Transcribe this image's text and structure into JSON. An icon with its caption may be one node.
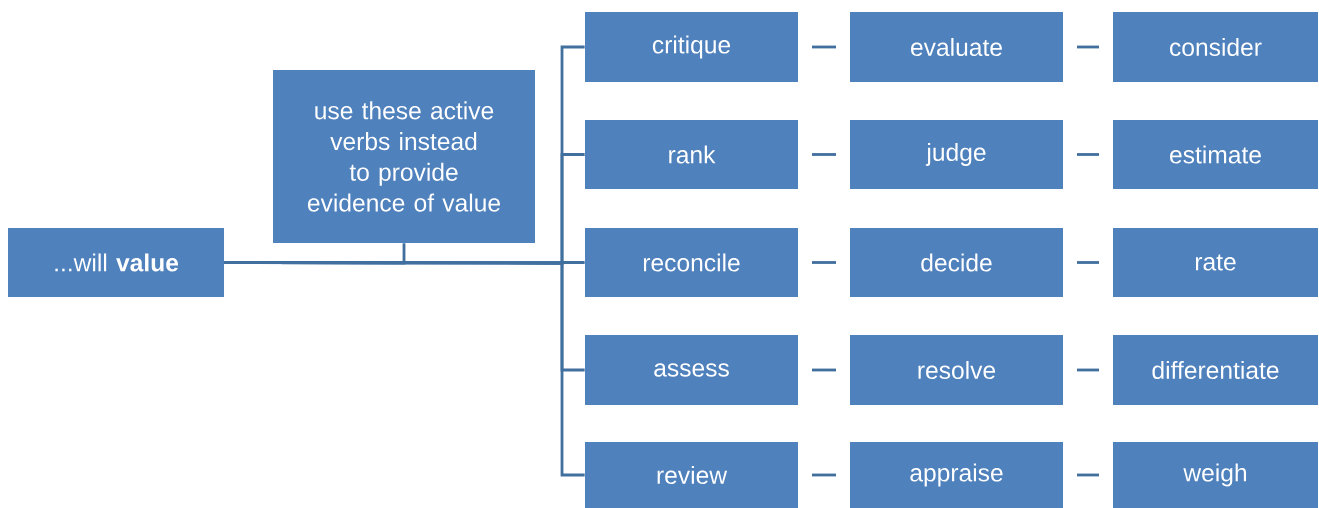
{
  "diagram": {
    "nodes": [
      {
        "text": [
          "...will **value**"
        ]
      },
      {
        "text": [
          "use these active verbs instead to provide evidence of value"
        ]
      },
      {
        "text": [
          "critique"
        ]
      },
      {
        "text": [
          "evaluate"
        ]
      },
      {
        "text": [
          "consider"
        ]
      },
      {
        "text": [
          "rank"
        ]
      },
      {
        "text": [
          "judge"
        ]
      },
      {
        "text": [
          "estimate"
        ]
      },
      {
        "text": [
          "reconcile"
        ]
      },
      {
        "text": [
          "decide"
        ]
      },
      {
        "text": [
          "rate"
        ]
      },
      {
        "text": [
          "assess"
        ]
      },
      {
        "text": [
          "resolve"
        ]
      },
      {
        "text": [
          "differentiate"
        ]
      },
      {
        "text": [
          "review"
        ]
      },
      {
        "text": [
          "appraise"
        ]
      },
      {
        "text": [
          "weigh"
        ]
      }
    ],
    "edges": [
      {
        "from": 0,
        "to": 2,
        "arrow": "none"
      },
      {
        "from": 0,
        "to": 5,
        "arrow": "none"
      },
      {
        "from": 0,
        "to": 8,
        "arrow": "none"
      },
      {
        "from": 0,
        "to": 11,
        "arrow": "none"
      },
      {
        "from": 0,
        "to": 14,
        "arrow": "none"
      },
      {
        "from": 1,
        "to": 0,
        "arrow": "none"
      },
      {
        "from": 2,
        "to": 3,
        "arrow": "none"
      },
      {
        "from": 3,
        "to": 4,
        "arrow": "none"
      },
      {
        "from": 5,
        "to": 6,
        "arrow": "none"
      },
      {
        "from": 6,
        "to": 7,
        "arrow": "none"
      },
      {
        "from": 8,
        "to": 9,
        "arrow": "none"
      },
      {
        "from": 9,
        "to": 10,
        "arrow": "none"
      },
      {
        "from": 11,
        "to": 12,
        "arrow": "none"
      },
      {
        "from": 12,
        "to": 13,
        "arrow": "none"
      },
      {
        "from": 14,
        "to": 15,
        "arrow": "none"
      },
      {
        "from": 15,
        "to": 16,
        "arrow": "none"
      }
    ]
  }
}
